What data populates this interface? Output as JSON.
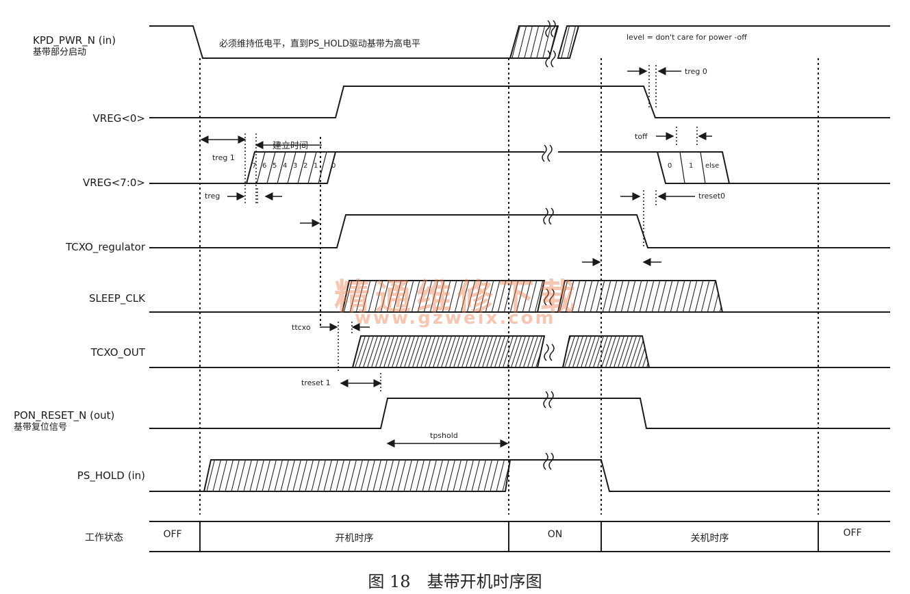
{
  "signals": [
    {
      "id": "kpd",
      "label": "KPD_PWR_N (in)",
      "sublabel": "基带部分启动"
    },
    {
      "id": "vreg0",
      "label": "VREG<0>",
      "sublabel": ""
    },
    {
      "id": "vreg70",
      "label": "VREG<7:0>",
      "sublabel": ""
    },
    {
      "id": "tcxo_reg",
      "label": "TCXO_regulator",
      "sublabel": ""
    },
    {
      "id": "sleep",
      "label": "SLEEP_CLK",
      "sublabel": ""
    },
    {
      "id": "tcxo_out",
      "label": "TCXO_OUT",
      "sublabel": ""
    },
    {
      "id": "pon",
      "label": "PON_RESET_N (out)",
      "sublabel": "基带复位信号"
    },
    {
      "id": "ps_hold",
      "label": "PS_HOLD (in)",
      "sublabel": ""
    }
  ],
  "notes": {
    "kpd_hold": "必须维持低电平，直到PS_HOLD驱动基带为高电平",
    "dont_care": "level = don't care for power -off",
    "setup_time": "建立时间",
    "treg1": "treg 1",
    "treg": "treg",
    "treg0": "treg 0",
    "toff": "toff",
    "treset0": "treset0",
    "ttcxo": "ttcxo",
    "treset1": "treset 1",
    "tpshold": "tpshold"
  },
  "bus_values_on": [
    "7",
    "6",
    "5",
    "4",
    "3",
    "2",
    "1",
    "0"
  ],
  "bus_values_off": [
    "0",
    "1",
    "else"
  ],
  "state_row": {
    "label": "工作状态",
    "states": [
      "OFF",
      "开机时序",
      "ON",
      "关机时序",
      "OFF"
    ]
  },
  "caption": "图 18　基带开机时序图",
  "watermark": {
    "text": "精通维修下载",
    "url": "www.gzweix.com"
  }
}
